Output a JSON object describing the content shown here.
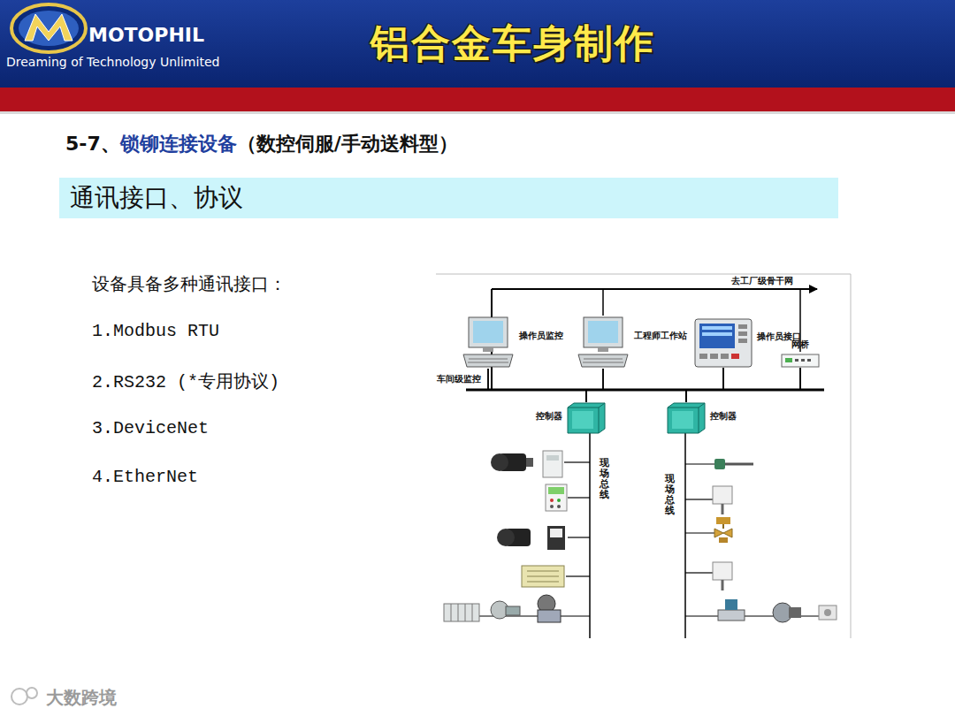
{
  "diagram": {
    "title": "铝合金车身制作",
    "nodes": [
      {
        "text": [
          "通讯接口、协议"
        ]
      },
      {
        "text": [
          "操作员监控"
        ]
      },
      {
        "text": [
          "工程师工作站"
        ]
      },
      {
        "text": [
          "操作员接口"
        ]
      },
      {
        "text": [
          "网桥"
        ]
      },
      {
        "text": [
          "控制器"
        ]
      },
      {
        "text": [
          "控制器"
        ]
      }
    ],
    "edges": [
      {
        "from": 1,
        "to": 5,
        "arrow": "none"
      },
      {
        "from": 1,
        "to": 6,
        "arrow": "none"
      },
      {
        "from": 2,
        "to": 5,
        "arrow": "none"
      },
      {
        "from": 2,
        "to": 6,
        "arrow": "none"
      },
      {
        "from": 3,
        "to": 5,
        "arrow": "none"
      },
      {
        "from": 3,
        "to": 6,
        "arrow": "none"
      },
      {
        "from": 4,
        "to": 5,
        "arrow": "none"
      },
      {
        "from": 4,
        "to": 6,
        "arrow": "none"
      }
    ],
    "labels": [
      "MOTOPHIL",
      "Dreaming of Technology Unlimited",
      "5-7、",
      "锁铆连接设备",
      "（数控伺服/手动送料型）",
      "设备具备多种通讯接口：",
      "1.Modbus RTU",
      "2.RS232 (*专用协议)",
      "3.DeviceNet",
      "4.EtherNet",
      "去工厂级骨干网",
      "车间级监控",
      "现场总线",
      "现场总线",
      "大数跨境"
    ]
  }
}
